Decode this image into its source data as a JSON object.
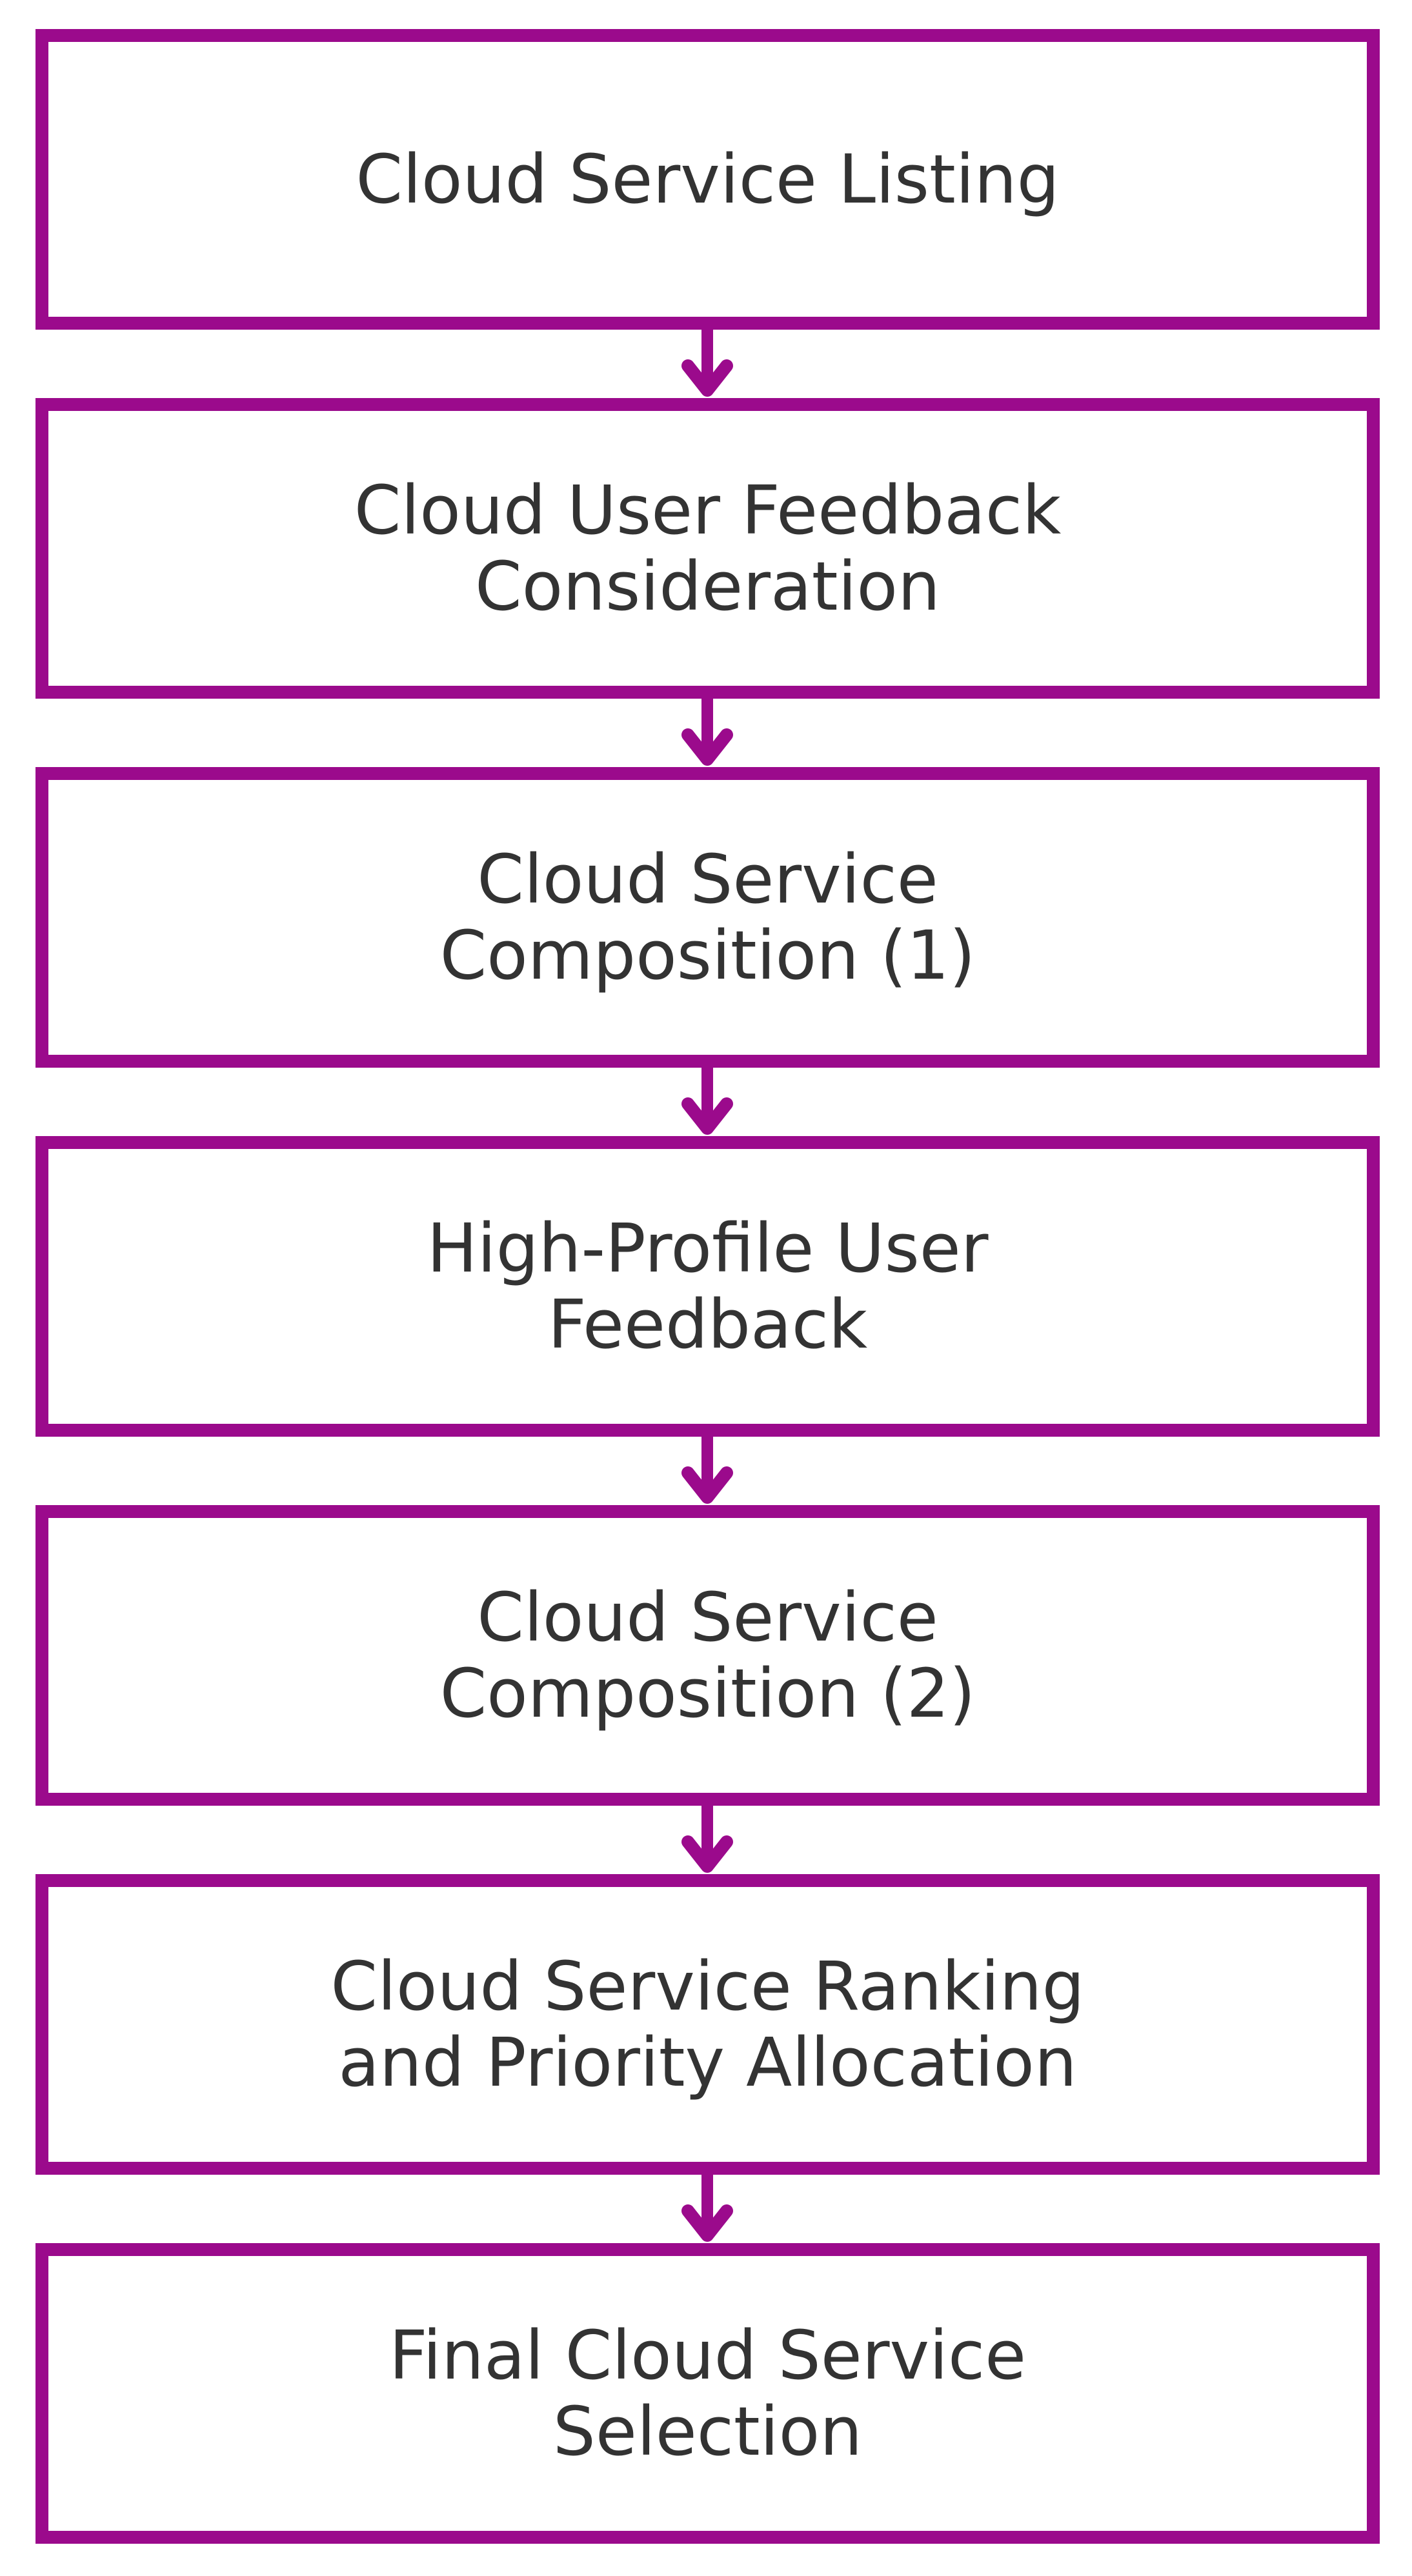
{
  "colors": {
    "box_border": "#9b0a8c",
    "arrow": "#9b0a8c",
    "text": "#333333",
    "background": "#ffffff"
  },
  "steps": [
    {
      "label": "Cloud Service Listing"
    },
    {
      "label": "Cloud User Feedback\nConsideration"
    },
    {
      "label": "Cloud Service\nComposition (1)"
    },
    {
      "label": "High-Profile User\nFeedback"
    },
    {
      "label": "Cloud Service\nComposition (2)"
    },
    {
      "label": "Cloud Service Ranking\nand Priority Allocation"
    },
    {
      "label": "Final Cloud Service\nSelection"
    }
  ]
}
